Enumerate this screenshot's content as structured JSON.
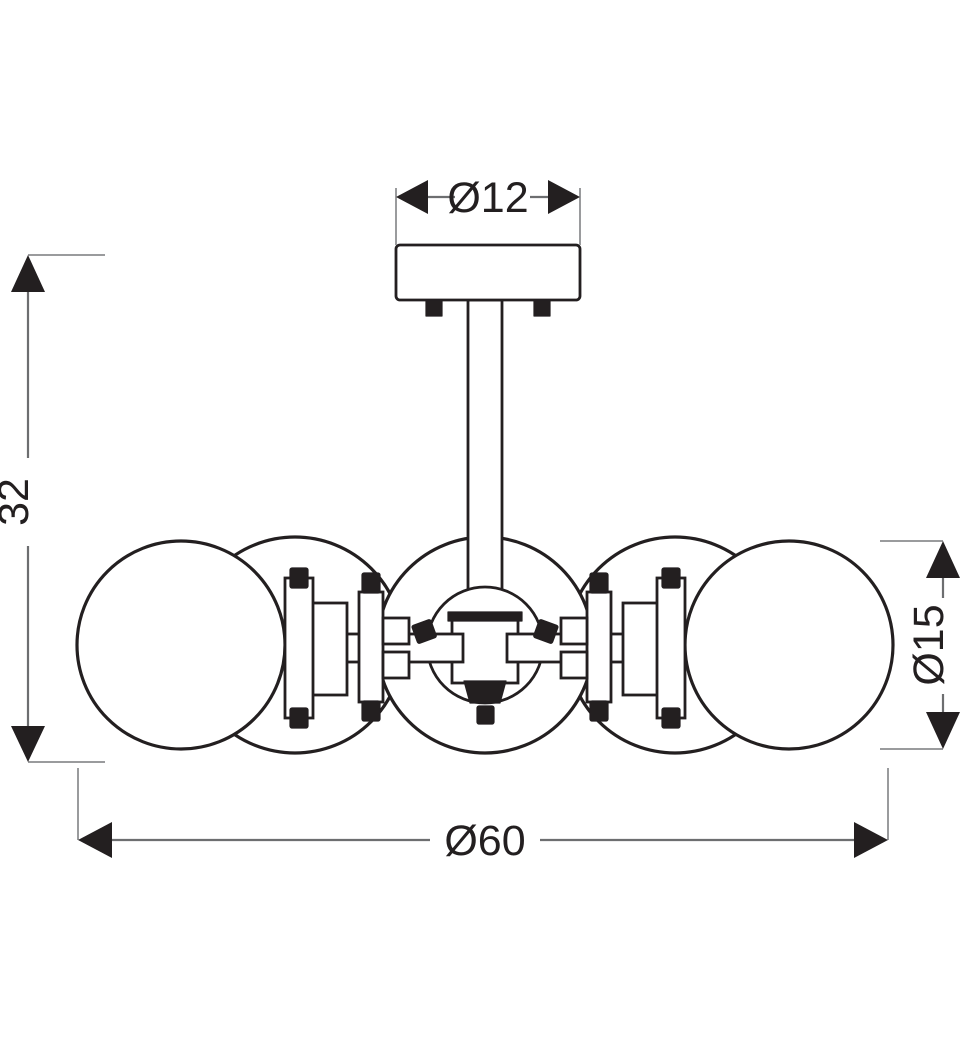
{
  "drawing": {
    "title": "Ceiling lamp technical dimension drawing",
    "units": "cm",
    "line_color": "#231f20",
    "dimension_line_color": "#6d6e70",
    "background_color": "#ffffff"
  },
  "dimensions": {
    "canopy_diameter": {
      "label": "Ø12",
      "value": 12,
      "symbol": "Ø",
      "orientation": "horizontal",
      "position": "top"
    },
    "total_height": {
      "label": "32",
      "value": 32,
      "symbol": "",
      "orientation": "vertical",
      "position": "left"
    },
    "globe_diameter": {
      "label": "Ø15",
      "value": 15,
      "symbol": "Ø",
      "orientation": "vertical",
      "position": "right"
    },
    "overall_diameter": {
      "label": "Ø60",
      "value": 60,
      "symbol": "Ø",
      "orientation": "horizontal",
      "position": "bottom"
    }
  },
  "components": {
    "canopy": "ceiling-canopy-plate",
    "stem": "vertical-support-rod",
    "hub": "central-junction-hub",
    "arms": "horizontal-cross-arms",
    "globes": "glass-sphere-shades",
    "globe_count": 5,
    "fasteners": "screw-knob-fittings"
  }
}
